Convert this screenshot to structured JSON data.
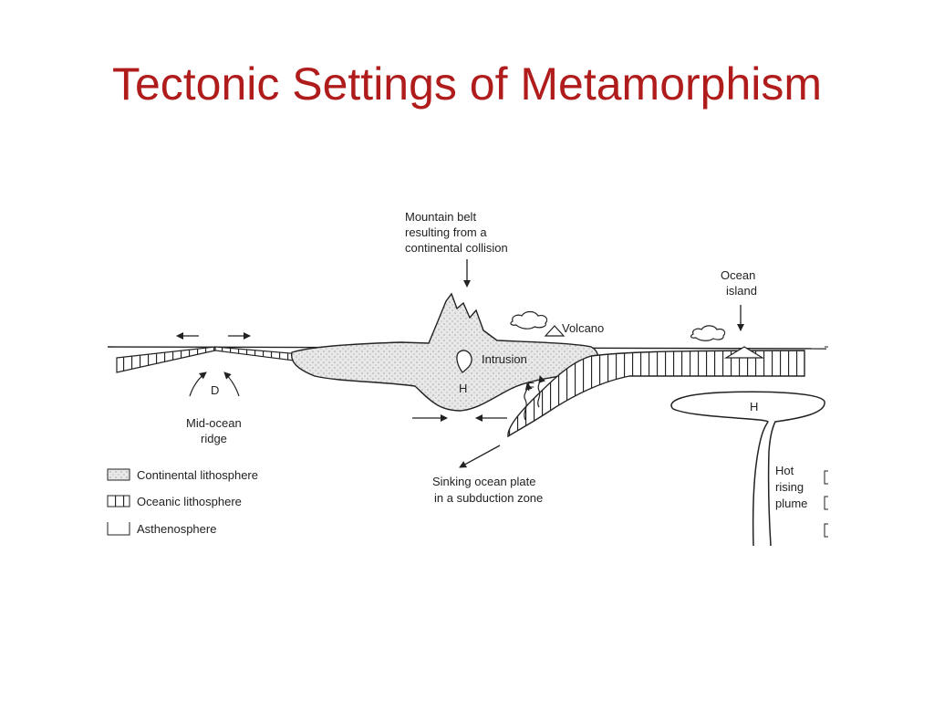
{
  "slide": {
    "title": "Tectonic Settings of Metamorphism"
  },
  "colors": {
    "title": "#b01c1c",
    "ink": "#222222",
    "continental_fill": "#e2e2e2"
  },
  "diagram": {
    "labels": {
      "mountain_belt": [
        "Mountain belt",
        "resulting from a",
        "continental collision"
      ],
      "ocean_island": [
        "Ocean",
        "island"
      ],
      "volcano": "Volcano",
      "intrusion": "Intrusion",
      "mid_ocean_ridge": [
        "Mid-ocean",
        "ridge"
      ],
      "sinking_plate": [
        "Sinking ocean plate",
        "in a subduction zone"
      ],
      "hot_plume": [
        "Hot",
        "rising",
        "plume"
      ],
      "marker_d": "D",
      "marker_h_intrusion": "H",
      "marker_h_plume": "H",
      "marker_f": "F"
    },
    "legend": [
      {
        "label": "Continental lithosphere",
        "pattern": "stippled"
      },
      {
        "label": "Oceanic lithosphere",
        "pattern": "vertical-bars"
      },
      {
        "label": "Asthenosphere",
        "pattern": "blank"
      }
    ]
  }
}
